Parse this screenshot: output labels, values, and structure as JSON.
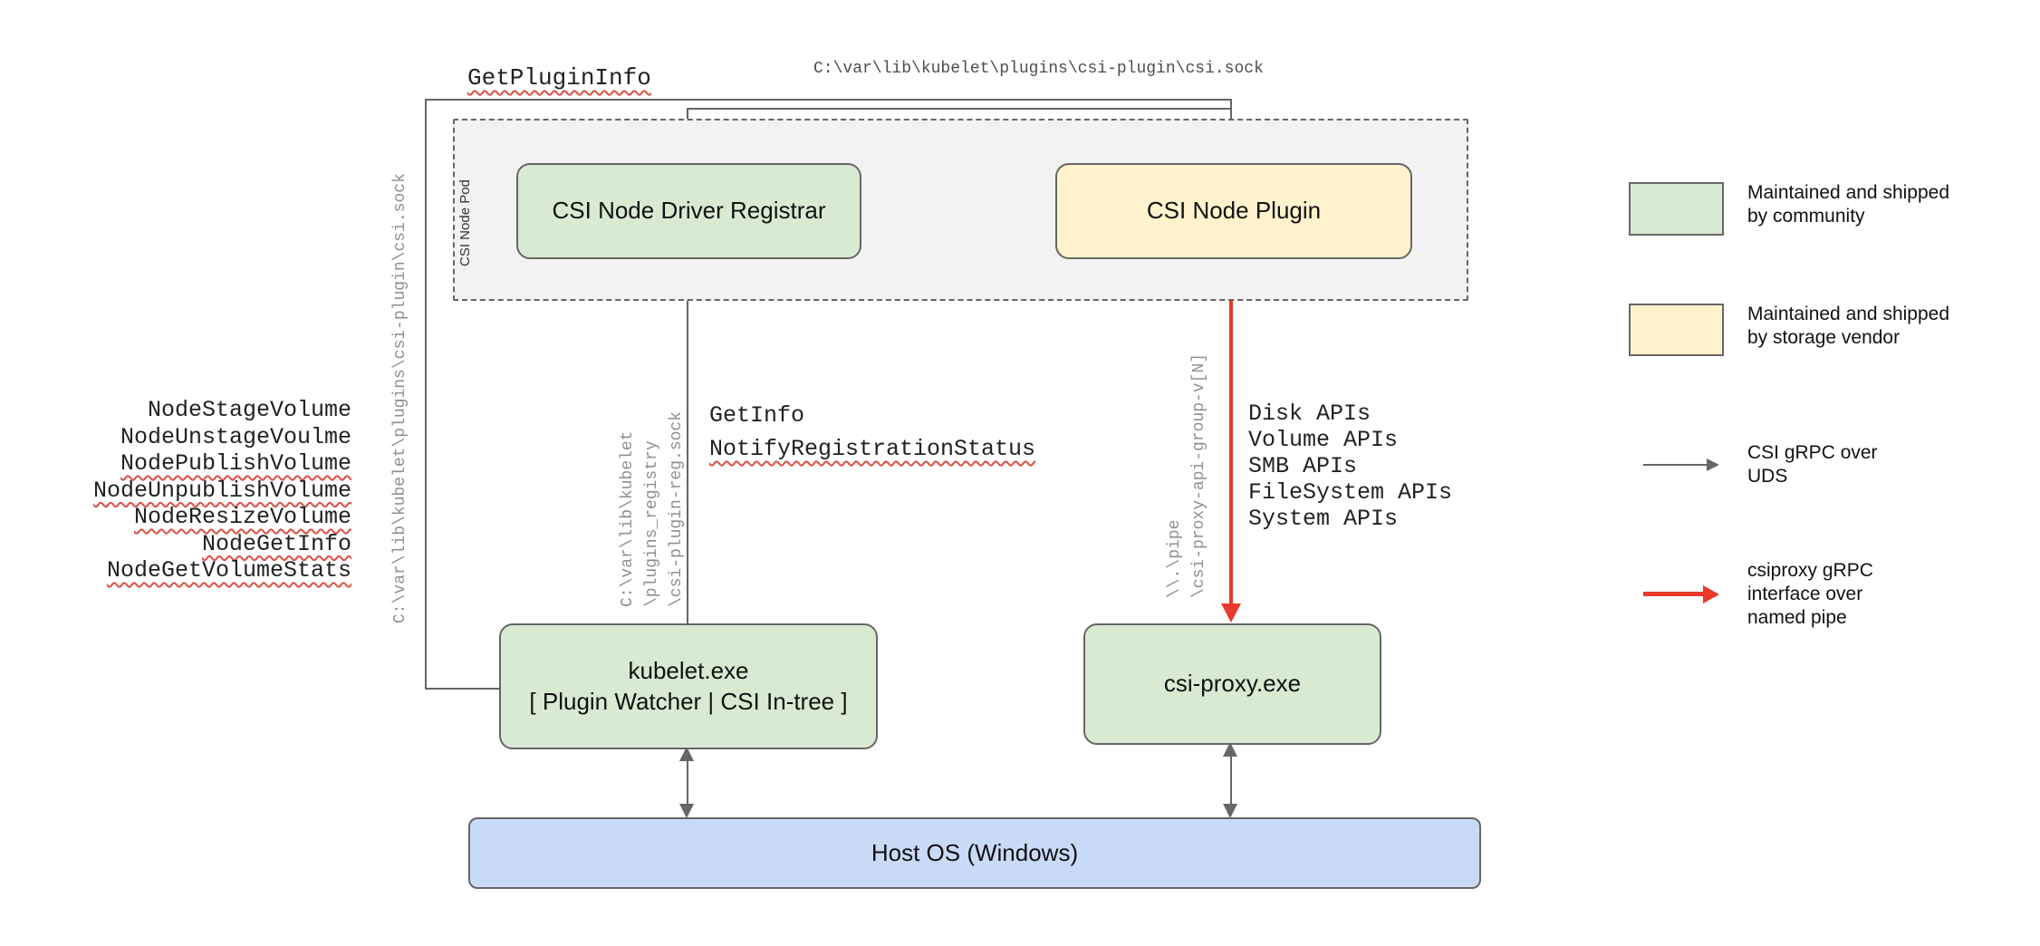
{
  "diagram": {
    "pod_label": "CSI Node Pod",
    "nodes": {
      "registrar": "CSI Node Driver Registrar",
      "plugin": "CSI Node Plugin",
      "kubelet_line1": "kubelet.exe",
      "kubelet_line2": "[ Plugin Watcher | CSI In-tree ]",
      "csiproxy": "csi-proxy.exe",
      "hostos": "Host OS (Windows)"
    },
    "labels": {
      "get_plugin_info": "GetPluginInfo",
      "csi_sock_top": "C:\\var\\lib\\kubelet\\plugins\\csi-plugin\\csi.sock",
      "csi_sock_left": "C:\\var\\lib\\kubelet\\plugins\\csi-plugin\\csi.sock",
      "get_info": "GetInfo",
      "notify_registration_status": "NotifyRegistrationStatus",
      "registry_path": [
        "C:\\var\\lib\\kubelet",
        "\\plugins_registry",
        "\\csi-plugin-reg.sock"
      ],
      "pipe_path": [
        "\\\\.\\pipe",
        "\\csi-proxy-api-group-v[N]"
      ]
    },
    "node_rpcs": [
      "NodeStageVolume",
      "NodeUnstageVoulme",
      "NodePublishVolume",
      "NodeUnpublishVolume",
      "NodeResizeVolume",
      "NodeGetInfo",
      "NodeGetVolumeStats"
    ],
    "proxy_apis": [
      "Disk APIs",
      "Volume APIs",
      "SMB APIs",
      "FileSystem APIs",
      "System APIs"
    ]
  },
  "legend": {
    "community": "Maintained and shipped by community",
    "vendor": "Maintained and shipped by storage vendor",
    "uds": "CSI gRPC over UDS",
    "pipe": "csiproxy gRPC interface over named pipe"
  },
  "colors": {
    "community_fill": "#d9ead3",
    "vendor_fill": "#fff2cc",
    "host_fill": "#c9daf8",
    "pod_fill": "#f2f2f2",
    "line_gray": "#666666",
    "grpc_red": "#e8392b",
    "path_text_gray": "#8f8f8f",
    "squiggle_red": "#dd5044"
  }
}
